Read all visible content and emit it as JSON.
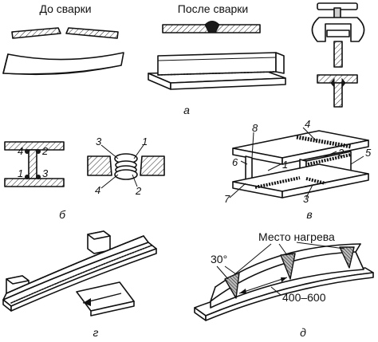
{
  "labels": {
    "before_welding": "До сварки",
    "after_welding": "После сварки",
    "heating_place": "Место нагрева",
    "angle": "30°",
    "range": "400–600"
  },
  "panels": {
    "a": "а",
    "b": "б",
    "v": "в",
    "g": "г",
    "d": "д"
  },
  "callouts": {
    "b_left": [
      "4",
      "2",
      "1",
      "3"
    ],
    "b_right": [
      "3",
      "1",
      "4",
      "2"
    ],
    "v": [
      "8",
      "4",
      "2",
      "5",
      "6",
      "1",
      "7",
      "3"
    ]
  }
}
